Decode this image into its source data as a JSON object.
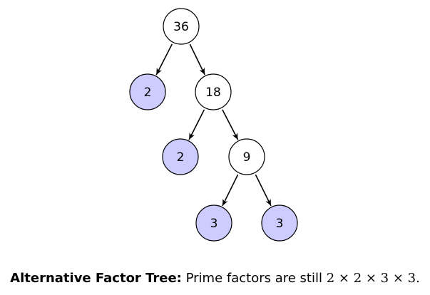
{
  "tree": {
    "colors": {
      "composite_fill": "#ffffff",
      "prime_fill": "#ccccff",
      "stroke": "#000000"
    },
    "nodes": [
      {
        "id": "n36",
        "label": "36",
        "kind": "composite"
      },
      {
        "id": "n2a",
        "label": "2",
        "kind": "prime"
      },
      {
        "id": "n18",
        "label": "18",
        "kind": "composite"
      },
      {
        "id": "n2b",
        "label": "2",
        "kind": "prime"
      },
      {
        "id": "n9",
        "label": "9",
        "kind": "composite"
      },
      {
        "id": "n3a",
        "label": "3",
        "kind": "prime"
      },
      {
        "id": "n3b",
        "label": "3",
        "kind": "prime"
      }
    ],
    "edges": [
      {
        "from": "n36",
        "to": "n2a"
      },
      {
        "from": "n36",
        "to": "n18"
      },
      {
        "from": "n18",
        "to": "n2b"
      },
      {
        "from": "n18",
        "to": "n9"
      },
      {
        "from": "n9",
        "to": "n3a"
      },
      {
        "from": "n9",
        "to": "n3b"
      }
    ]
  },
  "caption": {
    "label": "Alternative Factor Tree:",
    "text": "Prime factors are still",
    "expression": "2 × 2 × 3 × 3."
  }
}
